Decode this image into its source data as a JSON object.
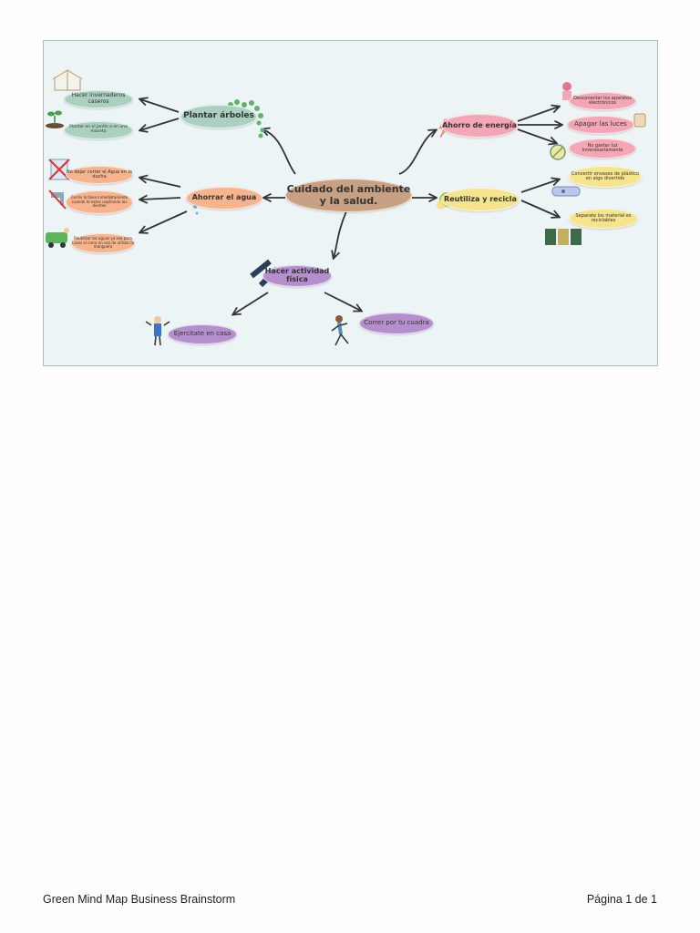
{
  "center": "Cuidado del ambiente y la salud.",
  "branches": {
    "plantar": "Plantar árboles",
    "agua": "Ahorrar el agua",
    "actividad": "Hacer actividad física",
    "energia": "Ahorro de energía",
    "reutiliza": "Reutiliza y recicla"
  },
  "leaves": {
    "invernaderos": "Hacer invernaderos caseros",
    "jardin": "Plantar en el jardín o en una maceta",
    "ducha": "No dejar correr el Agua en la ducha",
    "llave": "Cerrar la llave inmediatamente cuando te estes cepillando los dientes",
    "reutilizar_agua": "Reutilizar las aguas ya sea para Lavar el carro en vez de utilizar la manguera",
    "ejercitate": "Ejercitate en casa",
    "correr": "Correr por tu cuadra",
    "desconectar": "Desconectar los aparatos electrónicos",
    "apagar": "Apagar las luces",
    "no_gastar": "No gastar luz innecesariamente",
    "convertir": "Convertir envases de plástico en algo divertido",
    "separar": "Separate los material es reciclables"
  },
  "footer": {
    "left": "Green Mind Map Business Brainstorm",
    "right": "Página 1 de 1"
  },
  "colors": {
    "center": "#c8a182",
    "green": "#a9d0c0",
    "orange": "#f6b38c",
    "purple": "#b58fcd",
    "pink": "#f4a6b4",
    "yellow": "#f6e48c"
  }
}
